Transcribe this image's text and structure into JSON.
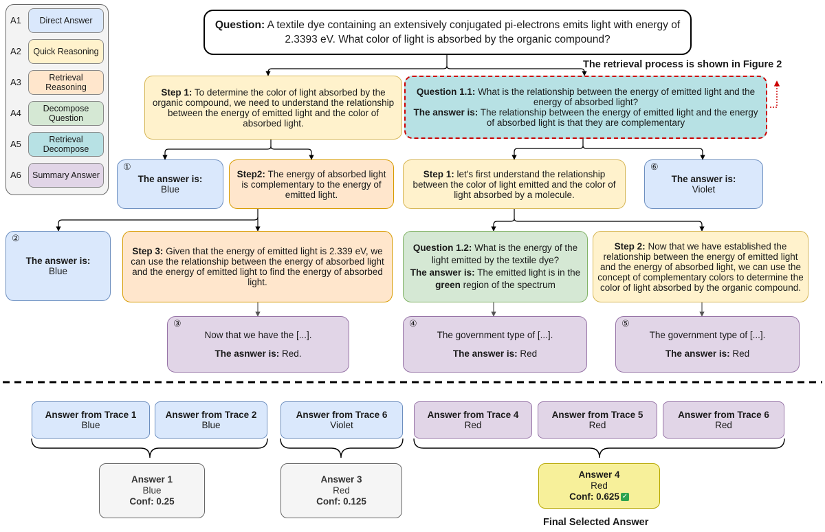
{
  "legend": [
    {
      "tag": "A1",
      "label": "Direct Answer",
      "color": "#dae8fc"
    },
    {
      "tag": "A2",
      "label": "Quick Reasoning",
      "color": "#fff2cc"
    },
    {
      "tag": "A3",
      "label": "Retrieval Reasoning",
      "color": "#ffe6cc"
    },
    {
      "tag": "A4",
      "label": "Decompose Question",
      "color": "#d5e8d4"
    },
    {
      "tag": "A5",
      "label": "Retrieval Decompose",
      "color": "#b7e1e4"
    },
    {
      "tag": "A6",
      "label": "Summary Answer",
      "color": "#e1d5e7"
    }
  ],
  "question": {
    "label": "Question:",
    "text": "A textile dye containing an extensively conjugated pi-electrons emits light with energy of 2.3393 eV. What color of light is absorbed by the organic compound?"
  },
  "retrieval_note": "The retrieval process is shown in Figure 2",
  "left": {
    "step1": {
      "label": "Step 1:",
      "text": "To determine the color of light absorbed by the organic compound, we need to understand the relationship between the energy of emitted light and the color of absorbed light."
    },
    "ans1": {
      "num": "①",
      "label": "The answer is:",
      "value": "Blue"
    },
    "step2": {
      "label": "Step2:",
      "text": "The energy of absorbed light is complementary to the energy of emitted light."
    },
    "ans2": {
      "num": "②",
      "label": "The answer is:",
      "value": "Blue"
    },
    "step3": {
      "label": "Step 3:",
      "text": "Given that the energy of emitted light is 2.339 eV, we can use the relationship between the energy of absorbed light and the energy of emitted light to find the energy of absorbed light."
    },
    "ans3": {
      "num": "③",
      "text": "Now that we have the [...].",
      "label": "The asnwer is:",
      "value": "Red."
    }
  },
  "right": {
    "q11": {
      "label": "Question 1.1:",
      "text": "What is the relationship between the energy of emitted light and the energy of absorbed light?",
      "ans_label": "The answer is:",
      "ans_text": "The relationship between the energy of emitted light and the energy of absorbed light is that they are complementary"
    },
    "step1": {
      "label": "Step 1:",
      "text": "let's first understand the relationship between the color of light emitted and the color of light absorbed by a molecule."
    },
    "ans6": {
      "num": "⑥",
      "label": "The answer is:",
      "value": "Violet"
    },
    "q12": {
      "label": "Question 1.2:",
      "text": "What is the energy of the light emitted by the textile dye?",
      "ans_label": "The answer is:",
      "ans_pre": "The emitted light is in the",
      "ans_bold": "green",
      "ans_post": "region of the spectrum"
    },
    "step2": {
      "label": "Step 2:",
      "text": "Now that we have established the relationship between the energy of emitted light and the energy of absorbed light, we can use the concept of complementary colors to determine the color of light absorbed by the organic compound."
    },
    "ans4": {
      "num": "④",
      "text": "The government type of  [...].",
      "label": "The answer is:",
      "value": "Red"
    },
    "ans5": {
      "num": "⑤",
      "text": "The government type of  [...].",
      "label": "The answer is:",
      "value": "Red"
    }
  },
  "traces": [
    {
      "title": "Answer from Trace 1",
      "value": "Blue"
    },
    {
      "title": "Answer from Trace 2",
      "value": "Blue"
    },
    {
      "title": "Answer from Trace 6",
      "value": "Violet"
    },
    {
      "title": "Answer from Trace 4",
      "value": "Red"
    },
    {
      "title": "Answer from Trace 5",
      "value": "Red"
    },
    {
      "title": "Answer from Trace 6",
      "value": "Red"
    }
  ],
  "finals": [
    {
      "title": "Answer 1",
      "value": "Blue",
      "conf": "Conf: 0.25"
    },
    {
      "title": "Answer 3",
      "value": "Red",
      "conf": "Conf: 0.125"
    },
    {
      "title": "Answer 4",
      "value": "Red",
      "conf": "Conf: 0.625"
    }
  ],
  "final_label": "Final Selected Answer"
}
